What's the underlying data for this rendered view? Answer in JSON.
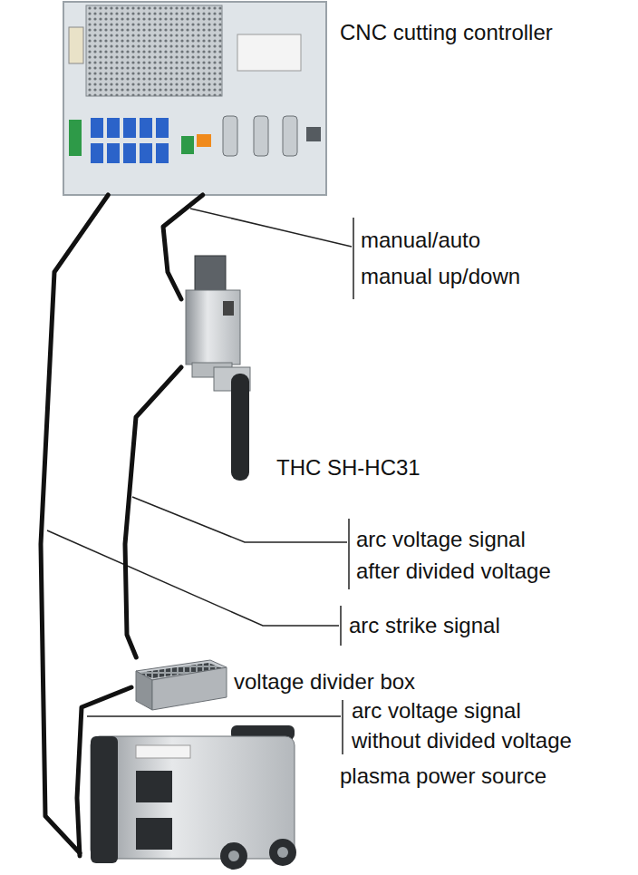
{
  "diagram": {
    "nodes": [
      {
        "text": [
          "CNC cutting controller"
        ]
      },
      {
        "text": [
          "THC SH-HC31"
        ]
      },
      {
        "text": [
          "voltage divider box"
        ]
      },
      {
        "text": [
          "plasma power source"
        ]
      }
    ],
    "edges": [
      {
        "from": 0,
        "to": 1,
        "arrow": "none"
      },
      {
        "from": 0,
        "to": 3,
        "arrow": "none"
      },
      {
        "from": 1,
        "to": 2,
        "arrow": "none"
      },
      {
        "from": 2,
        "to": 3,
        "arrow": "none"
      }
    ],
    "labels": [
      "manual/auto",
      "manual up/down",
      "arc voltage signal",
      "after divided voltage",
      "arc strike signal",
      "arc voltage signal",
      "without divided voltage"
    ]
  }
}
